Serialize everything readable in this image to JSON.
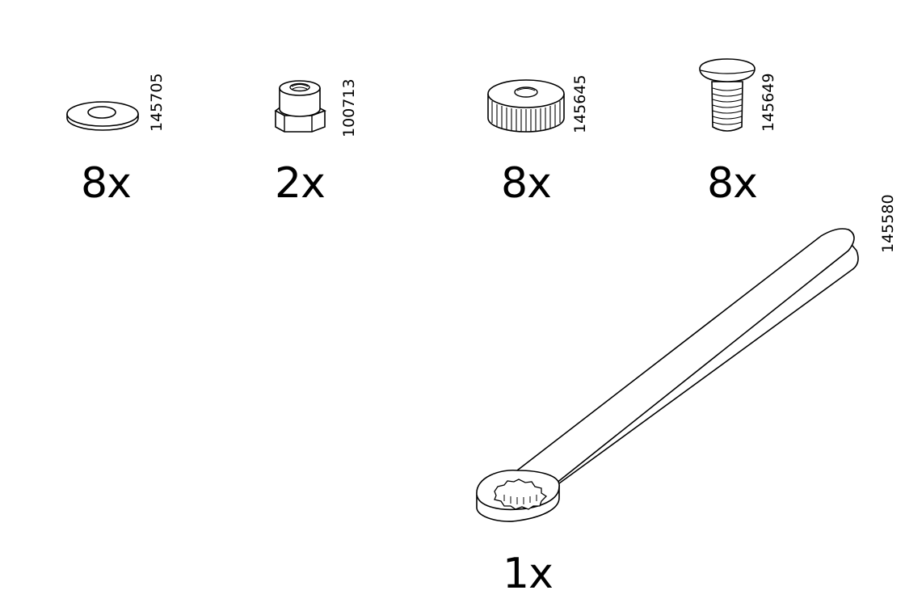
{
  "parts": [
    {
      "id": "washer",
      "icon": "washer-icon",
      "code": "145705",
      "quantity": "8x"
    },
    {
      "id": "hex-nut",
      "icon": "hex-nut-icon",
      "code": "100713",
      "quantity": "2x"
    },
    {
      "id": "knurled-nut",
      "icon": "knurled-nut-icon",
      "code": "145645",
      "quantity": "8x"
    },
    {
      "id": "bolt",
      "icon": "bolt-icon",
      "code": "145649",
      "quantity": "8x"
    },
    {
      "id": "wrench",
      "icon": "wrench-icon",
      "code": "145580",
      "quantity": "1x"
    }
  ]
}
